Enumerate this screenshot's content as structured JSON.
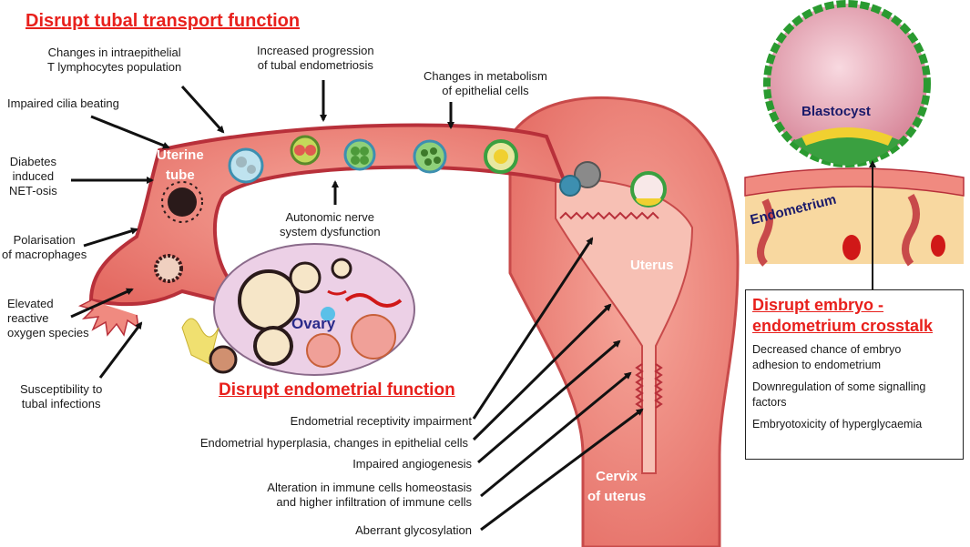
{
  "headings": {
    "tubal": "Disrupt tubal transport function",
    "endometrial": "Disrupt endometrial function",
    "crosstalk": [
      "Disrupt embryo -",
      "endometrium crosstalk"
    ]
  },
  "organs": {
    "uterine_tube": [
      "Uterine",
      "tube"
    ],
    "ovary": "Ovary",
    "uterus": "Uterus",
    "cervix": [
      "Cervix",
      "of uterus"
    ],
    "blastocyst": "Blastocyst",
    "endometrium": "Endometrium"
  },
  "tubal_effects": {
    "t_lymphocytes": [
      "Changes in intraepithelial",
      "T lymphocytes population"
    ],
    "endometriosis": [
      "Increased progression",
      "of tubal endometriosis"
    ],
    "metabolism": [
      "Changes in metabolism",
      "of epithelial cells"
    ],
    "cilia": "Impaired cilia beating",
    "net_osis": [
      "Diabetes",
      "induced",
      "NET-osis"
    ],
    "macrophages": [
      "Polarisation",
      "of macrophages"
    ],
    "ros": [
      "Elevated",
      "reactive",
      "oxygen species"
    ],
    "infections": [
      "Susceptibility to",
      "tubal infections"
    ],
    "nerve": [
      "Autonomic nerve",
      "system dysfunction"
    ]
  },
  "endometrial_effects": [
    [
      "Endometrial receptivity impairment"
    ],
    [
      "Endometrial hyperplasia, changes in epithelial cells"
    ],
    [
      "Impaired angiogenesis"
    ],
    [
      "Alteration in immune cells homeostasis",
      "and higher infiltration of immune cells"
    ],
    [
      "Aberrant glycosylation"
    ]
  ],
  "crosstalk_effects": [
    [
      "Decreased chance of embryo",
      "adhesion to endometrium"
    ],
    [
      "Downregulation of some signalling",
      "factors"
    ],
    [
      "Embryotoxicity of hyperglycaemia"
    ]
  ],
  "colors": {
    "heading_red": "#e8201c",
    "tissue": "#f08a80",
    "tissue_dark": "#b8303a",
    "arrow": "#111111",
    "ovary_purple": "#2a2a8a"
  }
}
